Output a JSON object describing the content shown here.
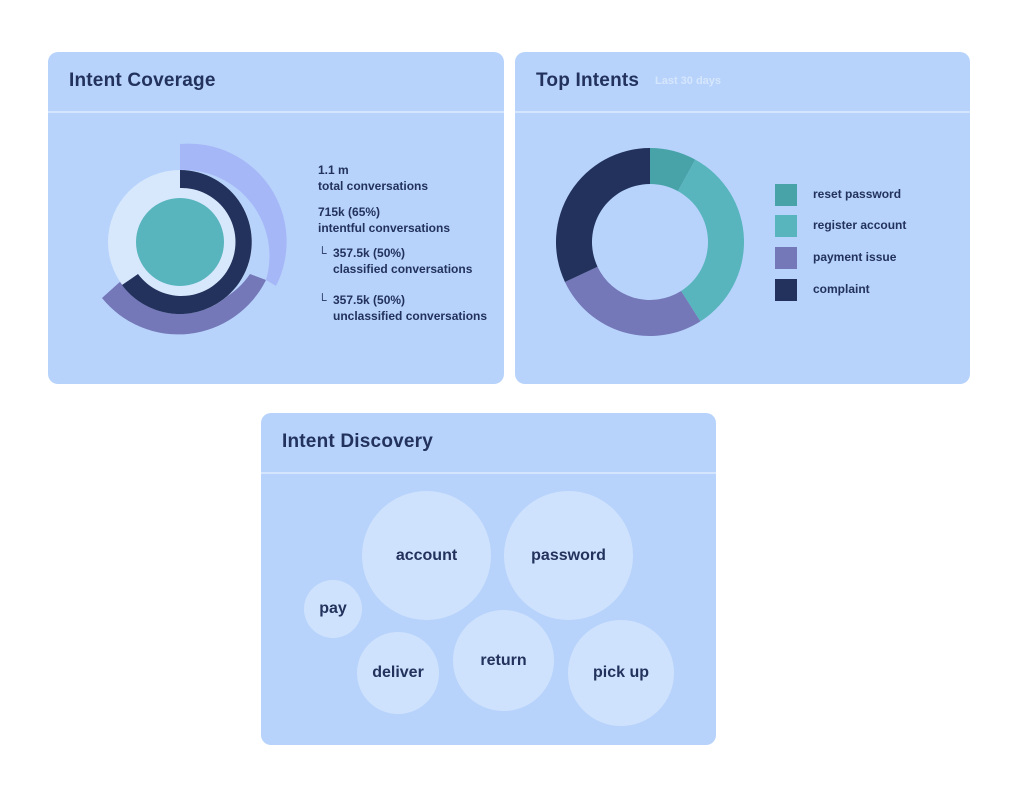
{
  "coverage": {
    "title": "Intent Coverage",
    "stats": {
      "total_value": "1.1 m",
      "total_label": "total conversations",
      "intentful_value": "715k (65%)",
      "intentful_label": "intentful conversations",
      "classified_value": "357.5k (50%)",
      "classified_label": "classified conversations",
      "unclassified_value": "357.5k (50%)",
      "unclassified_label": "unclassified conversations",
      "corner_glyph": "└"
    },
    "colors": {
      "outer_ring": "#a6b7f8",
      "outer_ring_purple": "#7477b8",
      "inner_bg": "#d7e8fd",
      "intentful": "#22325c",
      "core": "#58b4bd"
    }
  },
  "top_intents": {
    "title": "Top Intents",
    "subtitle": "Last 30 days",
    "legend": [
      {
        "label": "reset password",
        "color": "#48a3a9"
      },
      {
        "label": "register account",
        "color": "#58b4bd"
      },
      {
        "label": "payment issue",
        "color": "#7477b8"
      },
      {
        "label": "complaint",
        "color": "#22325c"
      }
    ]
  },
  "chart_data": {
    "type": "pie",
    "donut": true,
    "categories": [
      "reset password",
      "register account",
      "payment issue",
      "complaint"
    ],
    "values": [
      8,
      33,
      27,
      32
    ],
    "colors": [
      "#48a3a9",
      "#58b4bd",
      "#7477b8",
      "#22325c"
    ]
  },
  "discovery": {
    "title": "Intent Discovery",
    "bubbles": [
      {
        "label": "account"
      },
      {
        "label": "password"
      },
      {
        "label": "pay"
      },
      {
        "label": "deliver"
      },
      {
        "label": "return"
      },
      {
        "label": "pick up"
      }
    ]
  }
}
